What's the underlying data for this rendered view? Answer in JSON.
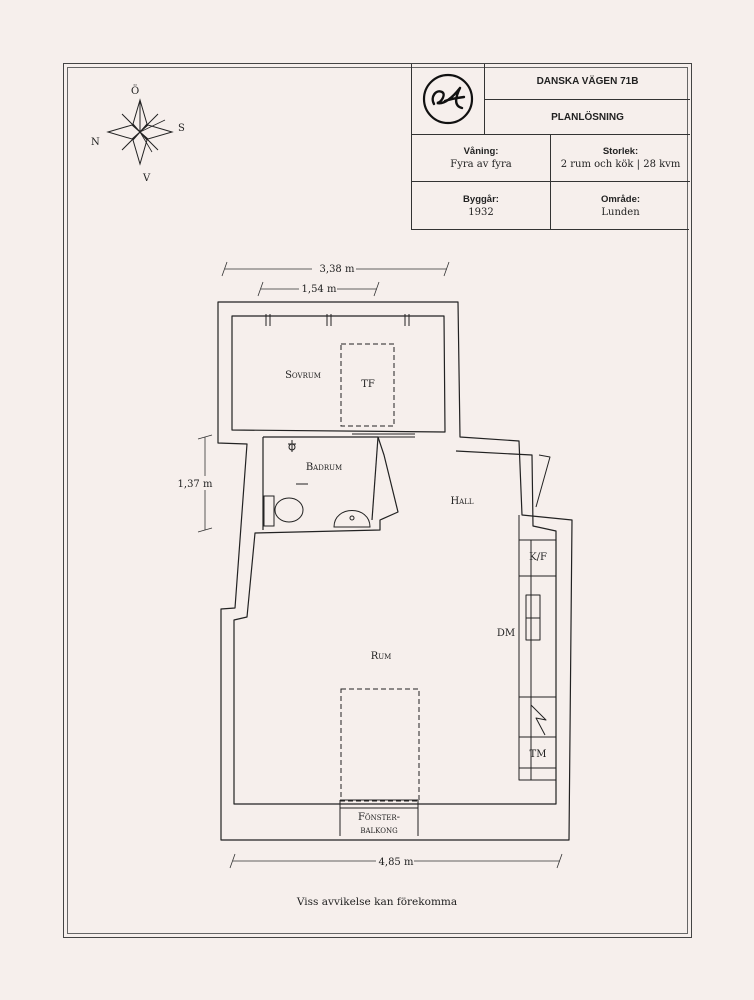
{
  "title_block": {
    "address": "DANSKA VÄGEN 71B",
    "subtitle": "PLANLÖSNING",
    "fields": [
      {
        "key": "Våning:",
        "value": "Fyra av fyra"
      },
      {
        "key": "Storlek:",
        "value": "2 rum och kök | 28 kvm"
      },
      {
        "key": "Byggår:",
        "value": "1932"
      },
      {
        "key": "Område:",
        "value": "Lunden"
      }
    ]
  },
  "compass": {
    "north": "N",
    "south": "S",
    "east": "Ö",
    "west": "V"
  },
  "rooms": {
    "sovrum": "Sovrum",
    "tf": "TF",
    "badrum": "Badrum",
    "hall": "Hall",
    "rum": "Rum",
    "kf": "K/F",
    "dm": "DM",
    "tm": "TM",
    "balcony_1": "Fönster-",
    "balcony_2": "balkong"
  },
  "dimensions": {
    "top_width": "3,38 m",
    "top_inner": "1,54 m",
    "left_height": "1,37 m",
    "bottom_width": "4,85 m"
  },
  "note": "Viss avvikelse kan förekomma",
  "colors": {
    "background": "#f6efec",
    "ink": "#222222"
  }
}
